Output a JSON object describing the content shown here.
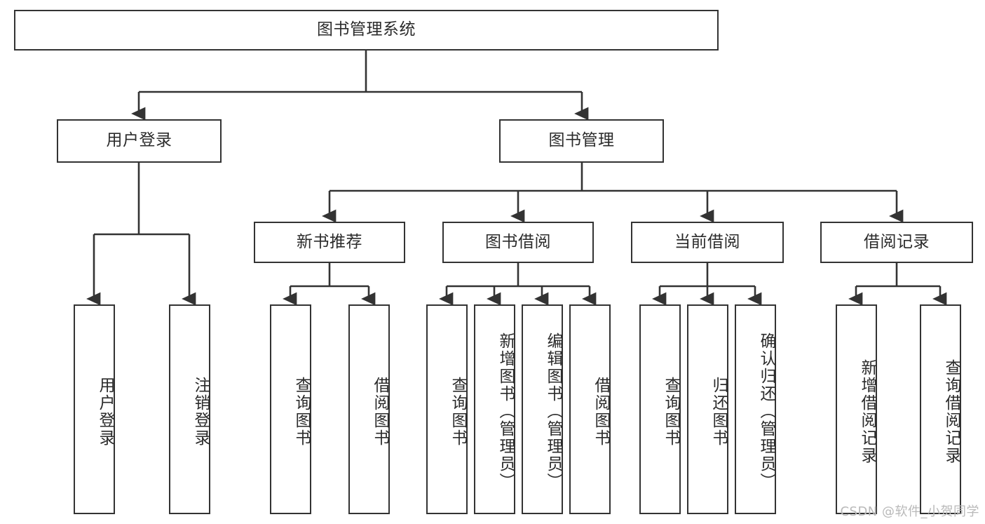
{
  "diagram": {
    "type": "tree",
    "title": "图书管理系统",
    "orientation": "top-down",
    "colors": {
      "stroke": "#333333",
      "fill": "#ffffff",
      "text": "#2b2b2b",
      "watermark": "#b9b9b9"
    },
    "root": {
      "id": "root",
      "label": "图书管理系统",
      "level": 1
    },
    "level2": [
      {
        "id": "user-login",
        "label": "用户登录"
      },
      {
        "id": "book-manage",
        "label": "图书管理"
      }
    ],
    "level3": [
      {
        "id": "new-book-recommend",
        "label": "新书推荐",
        "parent": "book-manage"
      },
      {
        "id": "book-borrow",
        "label": "图书借阅",
        "parent": "book-manage"
      },
      {
        "id": "current-borrow",
        "label": "当前借阅",
        "parent": "book-manage"
      },
      {
        "id": "borrow-record",
        "label": "借阅记录",
        "parent": "book-manage"
      }
    ],
    "leaves": [
      {
        "id": "leaf-user-login",
        "label": "用户登录",
        "parent": "user-login"
      },
      {
        "id": "leaf-logout-login",
        "label": "注销登录",
        "parent": "user-login"
      },
      {
        "id": "leaf-query-book-1",
        "label": "查询图书",
        "parent": "new-book-recommend"
      },
      {
        "id": "leaf-borrow-book-1",
        "label": "借阅图书",
        "parent": "new-book-recommend"
      },
      {
        "id": "leaf-query-book-2",
        "label": "查询图书",
        "parent": "book-borrow"
      },
      {
        "id": "leaf-add-book",
        "label": "新增图书（管理员）",
        "parent": "book-borrow"
      },
      {
        "id": "leaf-edit-book",
        "label": "编辑图书（管理员）",
        "parent": "book-borrow"
      },
      {
        "id": "leaf-borrow-book-2",
        "label": "借阅图书",
        "parent": "book-borrow"
      },
      {
        "id": "leaf-query-book-3",
        "label": "查询图书",
        "parent": "current-borrow"
      },
      {
        "id": "leaf-return-book",
        "label": "归还图书",
        "parent": "current-borrow"
      },
      {
        "id": "leaf-confirm-return",
        "label": "确认归还（管理员）",
        "parent": "current-borrow"
      },
      {
        "id": "leaf-add-record",
        "label": "新增借阅记录",
        "parent": "borrow-record"
      },
      {
        "id": "leaf-query-record",
        "label": "查询借阅记录",
        "parent": "borrow-record"
      }
    ],
    "watermark": "CSDN @软件_小贺同学"
  }
}
